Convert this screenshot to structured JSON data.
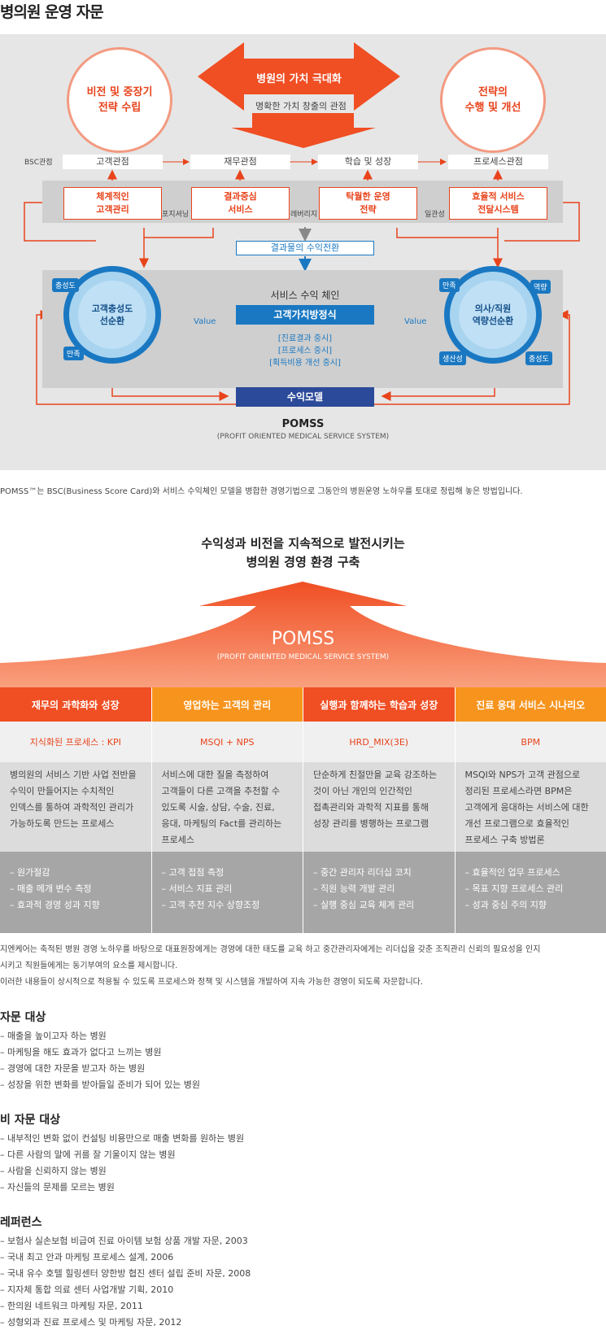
{
  "page_title": "병의원 운영 자문",
  "diagram": {
    "left_circle": [
      "비전 및 중장기",
      "전략 수립"
    ],
    "right_circle": [
      "전략의",
      "수행 및 개선"
    ],
    "top_arrow": "병원의 가치 극대화",
    "top_sub": "명확한 가치 창출의 관점",
    "bsc_label": "BSC관점",
    "bsc": [
      "고객관점",
      "재무관점",
      "학습 및 성장",
      "프로세스관점"
    ],
    "orange_boxes": [
      [
        "체계적인",
        "고객관리"
      ],
      [
        "결과중심",
        "서비스"
      ],
      [
        "탁월한 운영",
        "전략"
      ],
      [
        "효율적 서비스",
        "전달시스템"
      ]
    ],
    "between": [
      "포지셔닝",
      "레버리지",
      "일관성"
    ],
    "conversion": "결과물의 수익전환",
    "chain_title": "서비스 수익 체인",
    "chain_box": "고객가치방정식",
    "value_label": "Value",
    "focus": [
      "[진료결과 중시]",
      "[프로세스 중시]",
      "[획득비용 개선 중시]"
    ],
    "left_cycle": [
      "고객충성도",
      "선순환"
    ],
    "left_tags": [
      "충성도",
      "만족"
    ],
    "right_cycle": [
      "의사/직원",
      "역량선순환"
    ],
    "right_tags": [
      "만족",
      "역량",
      "생산성",
      "충성도"
    ],
    "profit_model": "수익모델",
    "pomss": "POMSS",
    "pomss_full": "(PROFIT ORIENTED MEDICAL SERVICE SYSTEM)"
  },
  "intro": "POMSS™는 BSC(Business Score Card)와 서비스 수익체인 모델을 병합한 경영기법으로 그동안의 병원운영 노하우를 토대로 정립해 놓은 방법입니다.",
  "headline": [
    "수익성과 비전을 지속적으로 발전시키는",
    "병의원 경영 환경 구축"
  ],
  "pomss2": "POMSS",
  "pomss2_full": "(PROFIT ORIENTED MEDICAL SERVICE SYSTEM)",
  "columns": [
    {
      "head": "재무의 과학화와 성장",
      "color": "#f04e23",
      "sub": "지식화된 프로세스 : KPI",
      "desc": [
        "병의원의 서비스 기반 사업 전반을",
        "수익이 만들어지는 수치적인",
        "인덱스를 통하여 과학적인 관리가",
        "가능하도록 만드는 프로세스"
      ],
      "list": [
        "– 원가절감",
        "– 매출 메개 변수 측정",
        "– 효과적 경영 성과 지향"
      ]
    },
    {
      "head": "영업하는 고객의 관리",
      "color": "#f7941d",
      "sub": "MSQI + NPS",
      "desc": [
        "서비스에 대한 질을 측정하여",
        "고객들이 다른 고객을 추천할 수",
        "있도록 시술, 상담, 수술, 진료,",
        "응대, 마케팅의 Fact를 관리하는",
        "프로세스"
      ],
      "list": [
        "– 고객 접점 측정",
        "– 서비스 지표 관리",
        "– 고객 추천 지수 상향조정"
      ]
    },
    {
      "head": "실행과 함께하는 학습과 성장",
      "color": "#f04e23",
      "sub": "HRD_MIX(3E)",
      "desc": [
        "단순하게 친절만을 교육 강조하는",
        "것이 아닌 개인의 인간적인",
        "접촉관리와 과학적 지표를 통해",
        "성장 관리를 병행하는 프로그램"
      ],
      "list": [
        "– 중간 관리자 리더십 코치",
        "– 직원 능력 개발 관리",
        "– 실행 중심 교육 체계 관리"
      ]
    },
    {
      "head": "진료 응대 서비스 시나리오",
      "color": "#f7941d",
      "sub": "BPM",
      "desc": [
        "MSQI와 NPS가 고객 관점으로",
        "정리된 프로세스라면 BPM은",
        "고객에게 응대하는 서비스에 대한",
        "개선 프로그램으로 효율적인",
        "프로세스 구축 방법론"
      ],
      "list": [
        "– 효율적인 업무 프로세스",
        "– 목표 지향 프로세스 관리",
        "– 성과 중심 주의 지향"
      ]
    }
  ],
  "para2": [
    "지엔케어는 축적된 병원 경영 노하우를 바탕으로 대표원장에게는 경영에 대한 태도를 교육 하고 중간관리자에게는 리더십을 갖춘 조직관리 신뢰의 필요성을 인지",
    "시키고 직원들에게는 동기부여의 요소를 제시합니다.",
    "이러한 내용들이 상시적으로 적용될 수 있도록 프로세스와 정책 및 시스템을 개발하여 지속 가능한 경영이 되도록 자문합니다."
  ],
  "sections": [
    {
      "title": "자문 대상",
      "items": [
        "– 매출을 높이고자 하는 병원",
        "– 마케팅을 해도 효과가 없다고 느끼는 병원",
        "– 경영에 대한 자문을 받고자 하는 병원",
        "– 성장을 위한 변화를 받아들일 준비가 되어 있는 병원"
      ]
    },
    {
      "title": "비 자문 대상",
      "items": [
        "– 내부적인 변화 없이 컨설팅 비용만으로 매출 변화를 원하는 병원",
        "– 다른 사람의 말에 귀를 잘 기울이지 않는 병원",
        "– 사람을 신뢰하지 않는 병원",
        "– 자신들의 문제를 모르는 병원"
      ]
    },
    {
      "title": "레퍼런스",
      "items": [
        "– 보험사 실손보험 비급여 진료 아이템 보험 상품 개발 자문, 2003",
        "– 국내 최고 안과 마케팅 프로세스 설계, 2006",
        "– 국내 유수 호텔 힐링센터 양한방 협진 센터 설립 준비 자문, 2008",
        "– 지자체 통합 의료 센터 사업개발 기획, 2010",
        "– 한의원 네트워크 마케팅 자문, 2011",
        "– 성형외과 진료 프로세스 및 마케팅 자문, 2012"
      ]
    }
  ]
}
